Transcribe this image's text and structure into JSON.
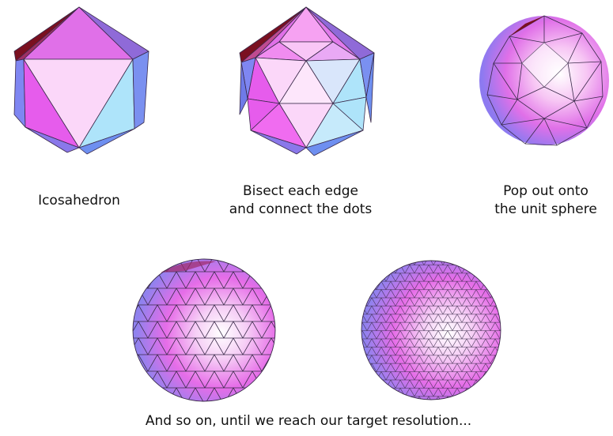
{
  "captions": {
    "icosahedron": "Icosahedron",
    "bisect_1": "Bisect each edge",
    "bisect_2": "and connect the dots",
    "pop_1": "Pop out onto",
    "pop_2": "the unit sphere",
    "final": "And so on, until we reach our target resolution..."
  },
  "colors": {
    "magenta": "#e65cec",
    "pink": "#f6a2f2",
    "pale_pink": "#fbd7f9",
    "light_blue": "#aee4fa",
    "blue": "#7f86f2",
    "dark_red": "#7a1020",
    "edge": "#3a2a4a"
  }
}
